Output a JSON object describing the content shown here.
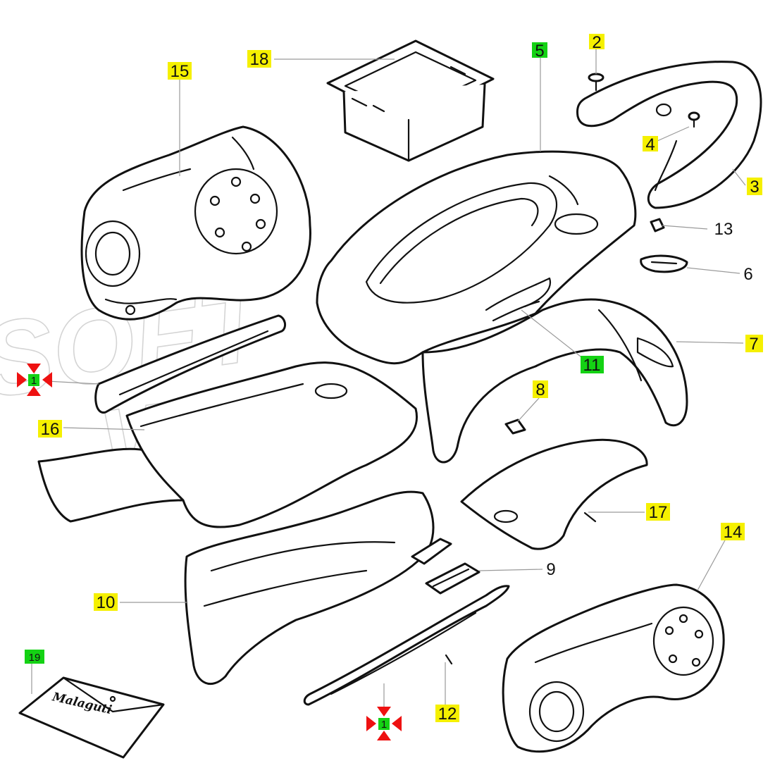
{
  "watermark": {
    "line1": "SOFT",
    "line2": "WAY"
  },
  "colors": {
    "yellow": "#f5f000",
    "green": "#14d214",
    "marker_red": "#ee1111"
  },
  "callouts": [
    {
      "id": "18",
      "color": "yellow"
    },
    {
      "id": "15",
      "color": "yellow"
    },
    {
      "id": "5",
      "color": "green"
    },
    {
      "id": "2",
      "color": "yellow"
    },
    {
      "id": "4",
      "color": "yellow"
    },
    {
      "id": "3",
      "color": "yellow"
    },
    {
      "id": "13",
      "color": "none"
    },
    {
      "id": "6",
      "color": "none"
    },
    {
      "id": "7",
      "color": "yellow"
    },
    {
      "id": "11",
      "color": "green"
    },
    {
      "id": "8",
      "color": "yellow"
    },
    {
      "id": "16",
      "color": "yellow"
    },
    {
      "id": "17",
      "color": "yellow"
    },
    {
      "id": "14",
      "color": "yellow"
    },
    {
      "id": "9",
      "color": "none"
    },
    {
      "id": "10",
      "color": "yellow"
    },
    {
      "id": "19",
      "color": "green"
    },
    {
      "id": "12",
      "color": "yellow"
    }
  ],
  "markers": [
    {
      "id": "1",
      "color": "green"
    },
    {
      "id": "1",
      "color": "green"
    }
  ],
  "toolkit_logo": "Malaguti"
}
